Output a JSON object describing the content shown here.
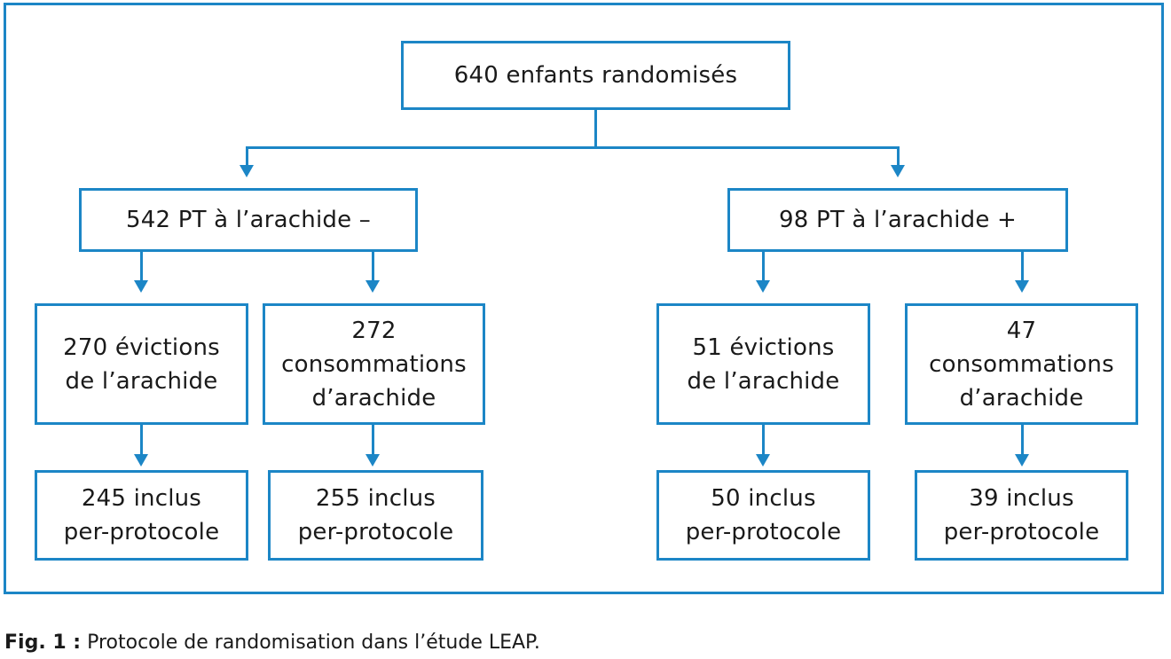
{
  "colors": {
    "accent": "#1c86c6",
    "text": "#1a1a1a"
  },
  "root": {
    "text": "640 enfants randomisés"
  },
  "left_group": {
    "text": "542 PT à l’arachide –",
    "arm_a": {
      "line1": "270 évictions",
      "line2": "de l’arachide",
      "result_line1": "245 inclus",
      "result_line2": "per-protocole"
    },
    "arm_b": {
      "line1": "272",
      "line2": "consommations",
      "line3": "d’arachide",
      "result_line1": "255 inclus",
      "result_line2": "per-protocole"
    }
  },
  "right_group": {
    "text": "98 PT à l’arachide +",
    "arm_a": {
      "line1": "51 évictions",
      "line2": "de l’arachide",
      "result_line1": "50 inclus",
      "result_line2": "per-protocole"
    },
    "arm_b": {
      "line1": "47",
      "line2": "consommations",
      "line3": "d’arachide",
      "result_line1": "39 inclus",
      "result_line2": "per-protocole"
    }
  },
  "caption": {
    "label": "Fig. 1 :",
    "text": " Protocole de randomisation dans l’étude LEAP."
  }
}
